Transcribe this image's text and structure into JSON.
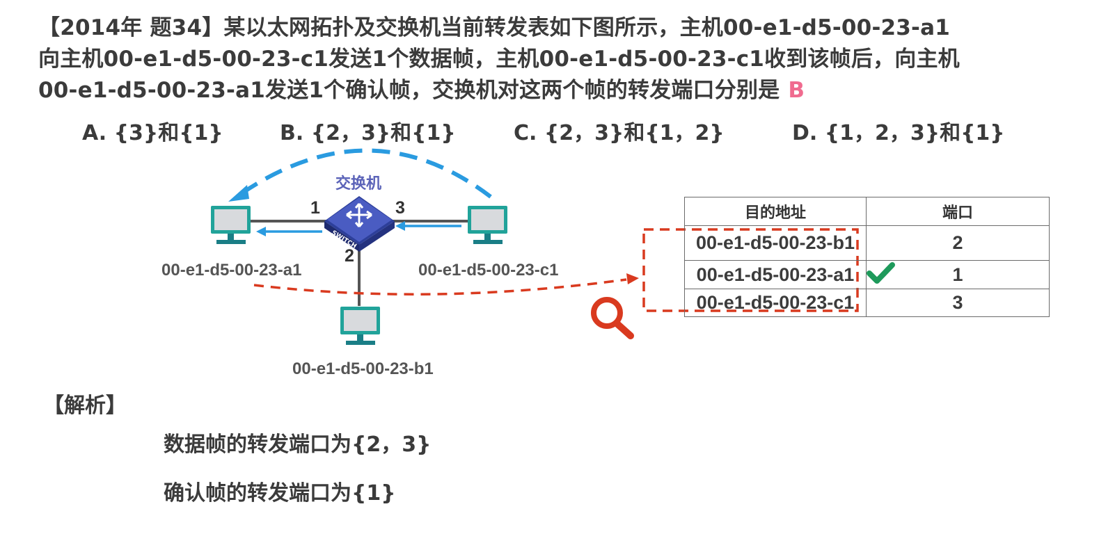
{
  "question": {
    "line1": "【2014年 题34】某以太网拓扑及交换机当前转发表如下图所示，主机00-e1-d5-00-23-a1",
    "line2": "向主机00-e1-d5-00-23-c1发送1个数据帧，主机00-e1-d5-00-23-c1收到该帧后，向主机",
    "line3": "00-e1-d5-00-23-a1发送1个确认帧，交换机对这两个帧的转发端口分别是",
    "answer": "B"
  },
  "options": [
    {
      "label": "A. {3}和{1}"
    },
    {
      "label": "B. {2，3}和{1}"
    },
    {
      "label": "C. {2，3}和{1，2}"
    },
    {
      "label": "D. {1，2，3}和{1}"
    }
  ],
  "diagram": {
    "switch_title": "交换机",
    "switch_badge": "SWITCH",
    "ports": {
      "p1": "1",
      "p2": "2",
      "p3": "3"
    },
    "hosts": {
      "a1": "00-e1-d5-00-23-a1",
      "c1": "00-e1-d5-00-23-c1",
      "b1": "00-e1-d5-00-23-b1"
    }
  },
  "table": {
    "headers": [
      "目的地址",
      "端口"
    ],
    "rows": [
      {
        "address": "00-e1-d5-00-23-b1",
        "port": "2"
      },
      {
        "address": "00-e1-d5-00-23-a1",
        "port": "1"
      },
      {
        "address": "00-e1-d5-00-23-c1",
        "port": "3"
      }
    ]
  },
  "analysis": {
    "title": "【解析】",
    "line1": "数据帧的转发端口为{2，3}",
    "line2": "确认帧的转发端口为{1}"
  },
  "colors": {
    "monitor": "#21a39a",
    "blue_arrow": "#2a9be0",
    "red_dash": "#d93a1f",
    "check": "#1e9a5b",
    "answer": "#f06b8f"
  }
}
